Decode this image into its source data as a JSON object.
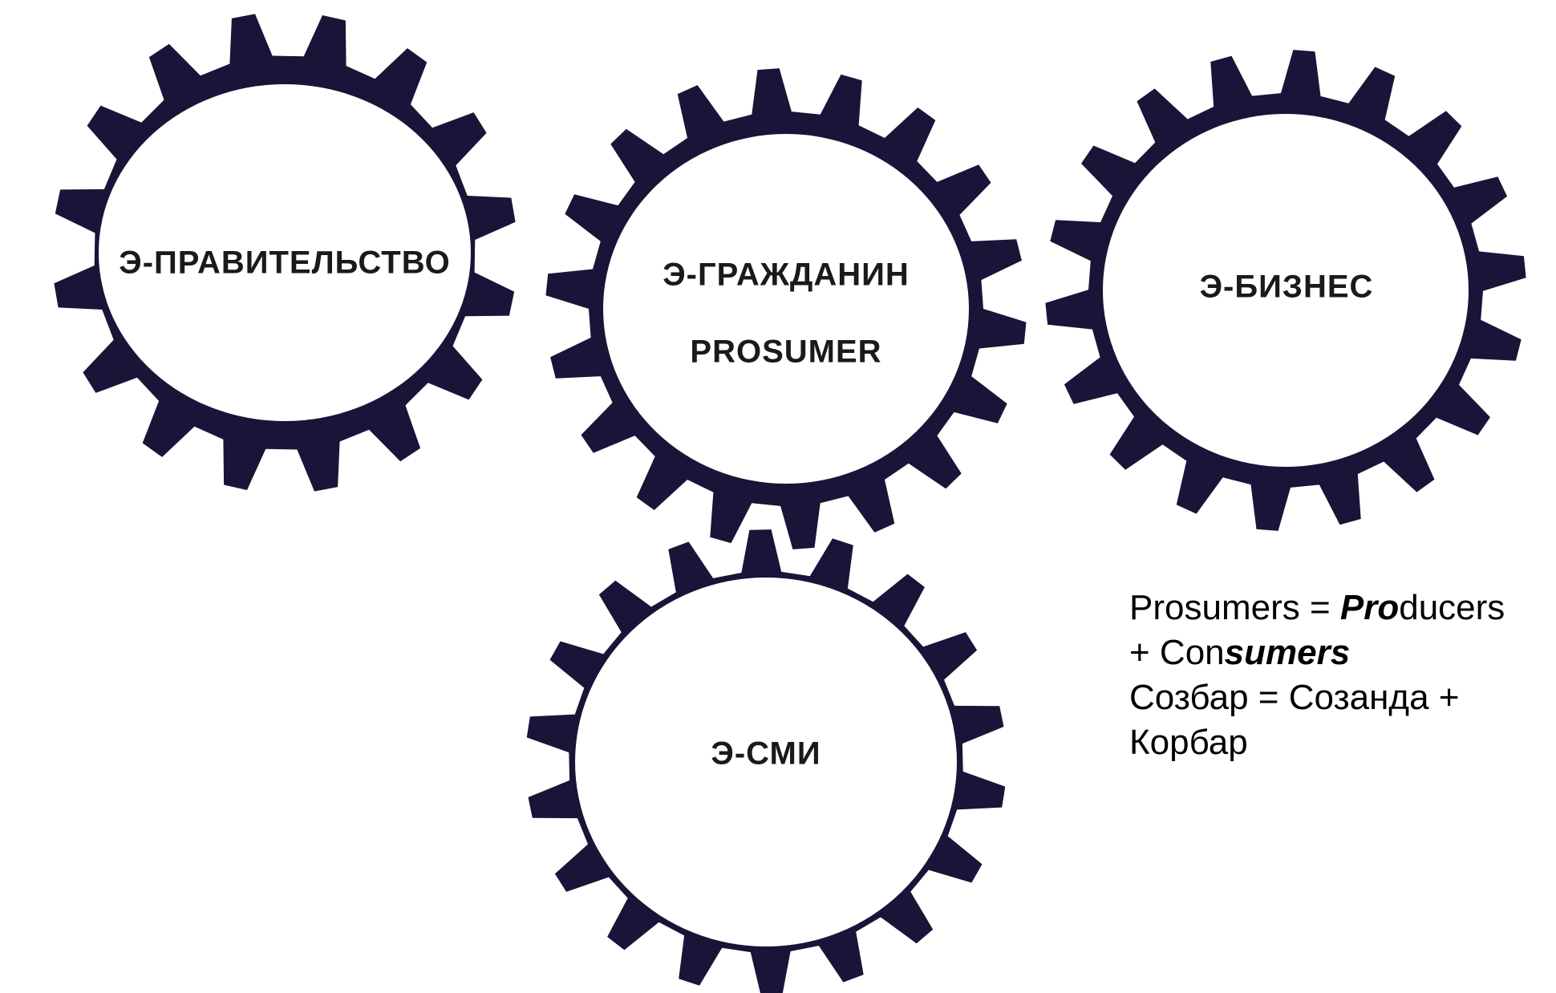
{
  "colors": {
    "gear_fill": "#1a1438",
    "gear_center": "#ffffff",
    "label_text": "#1a1a1a",
    "note_text": "#000000"
  },
  "gears": [
    {
      "id": "gov",
      "labels": [
        "Э-ПРАВИТЕЛЬСТВО"
      ]
    },
    {
      "id": "citizen",
      "labels": [
        "Э-ГРАЖДАНИН",
        "PROSUMER"
      ]
    },
    {
      "id": "business",
      "labels": [
        "Э-БИЗНЕС"
      ]
    },
    {
      "id": "media",
      "labels": [
        "Э-СМИ"
      ]
    }
  ],
  "note": {
    "line1_a": "Prosumers = ",
    "line1_b": "Pro",
    "line1_c": "ducers",
    "line2_a": "+ Con",
    "line2_b": "sumers",
    "line3": "Созбар = Созанда +",
    "line4": "Корбар"
  }
}
